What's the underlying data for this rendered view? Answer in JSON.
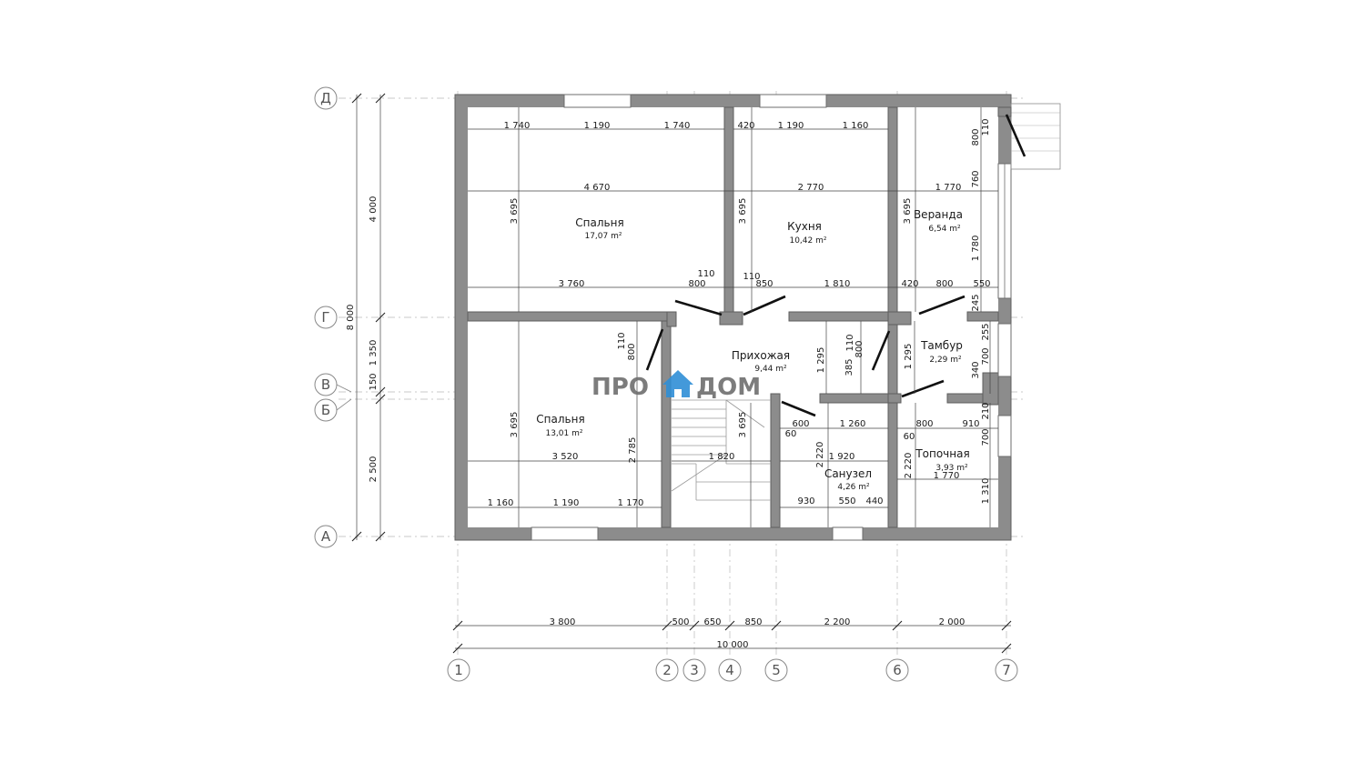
{
  "logo": {
    "part1": "ПРО",
    "part2": "ДОМ",
    "accent_color": "#2f8fd6"
  },
  "rooms": [
    {
      "name": "Спальня",
      "area": "17,07 m²"
    },
    {
      "name": "Кухня",
      "area": "10,42 m²"
    },
    {
      "name": "Веранда",
      "area": "6,54 m²"
    },
    {
      "name": "Прихожая",
      "area": "9,44 m²"
    },
    {
      "name": "Тамбур",
      "area": "2,29 m²"
    },
    {
      "name": "Спальня",
      "area": "13,01 m²"
    },
    {
      "name": "Санузел",
      "area": "4,26 m²"
    },
    {
      "name": "Топочная",
      "area": "3,93 m²"
    }
  ],
  "axes": {
    "vertical": [
      "Д",
      "Г",
      "В",
      "Б",
      "А"
    ],
    "horizontal": [
      "1",
      "2",
      "3",
      "4",
      "5",
      "6",
      "7"
    ]
  },
  "left_dims": [
    "4 000",
    "8 000",
    "1 350",
    "150",
    "2 500"
  ],
  "bottom_dims": [
    "3 800",
    "500",
    "650",
    "850",
    "2 200",
    "2 000"
  ],
  "total_width": "10 000",
  "inner_dims": [
    "1 740",
    "1 190",
    "1 740",
    "420",
    "1 190",
    "1 160",
    "4 670",
    "2 770",
    "1 770",
    "3 695",
    "3 695",
    "3 695",
    "3 760",
    "110",
    "800",
    "110",
    "850",
    "1 810",
    "420",
    "800",
    "550",
    "110",
    "800",
    "760",
    "1 780",
    "245",
    "255",
    "110",
    "800",
    "1 295",
    "385",
    "110",
    "800",
    "1 295",
    "700",
    "340",
    "210",
    "3 695",
    "3 695",
    "2 785",
    "600",
    "60",
    "1 260",
    "60",
    "800",
    "910",
    "1 820",
    "3 520",
    "2 220",
    "1 920",
    "2 220",
    "1 770",
    "700",
    "1 310",
    "1 160",
    "1 190",
    "1 170",
    "930",
    "550",
    "440"
  ]
}
